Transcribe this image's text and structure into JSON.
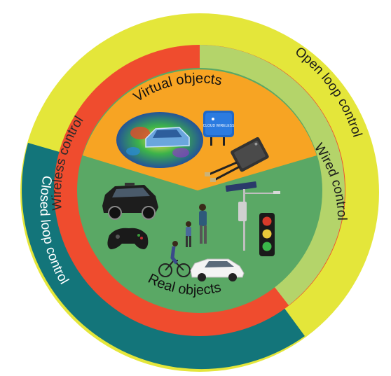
{
  "labels": {
    "open_loop": "Open loop control",
    "closed_loop": "Closed loop control",
    "wireless": "Wireless control",
    "wired": "Wired control",
    "virtual": "Virtual objects",
    "real": "Real objects"
  },
  "device_text": "CLOUD WIRELESS",
  "colors": {
    "outer_yellow": "#e4e63a",
    "outer_teal": "#13757a",
    "middle_red": "#ef4c2e",
    "middle_lightgreen": "#b4d46a",
    "inner_orange": "#f7a423",
    "inner_green": "#5aa865"
  },
  "icons": [
    "point-cloud-car-icon",
    "cloud-wireless-device-icon",
    "wired-sensor-icon",
    "black-car-icon",
    "game-controller-icon",
    "pedestrians-icon",
    "cyclist-icon",
    "white-car-icon",
    "solar-street-light-icon",
    "traffic-light-icon"
  ]
}
